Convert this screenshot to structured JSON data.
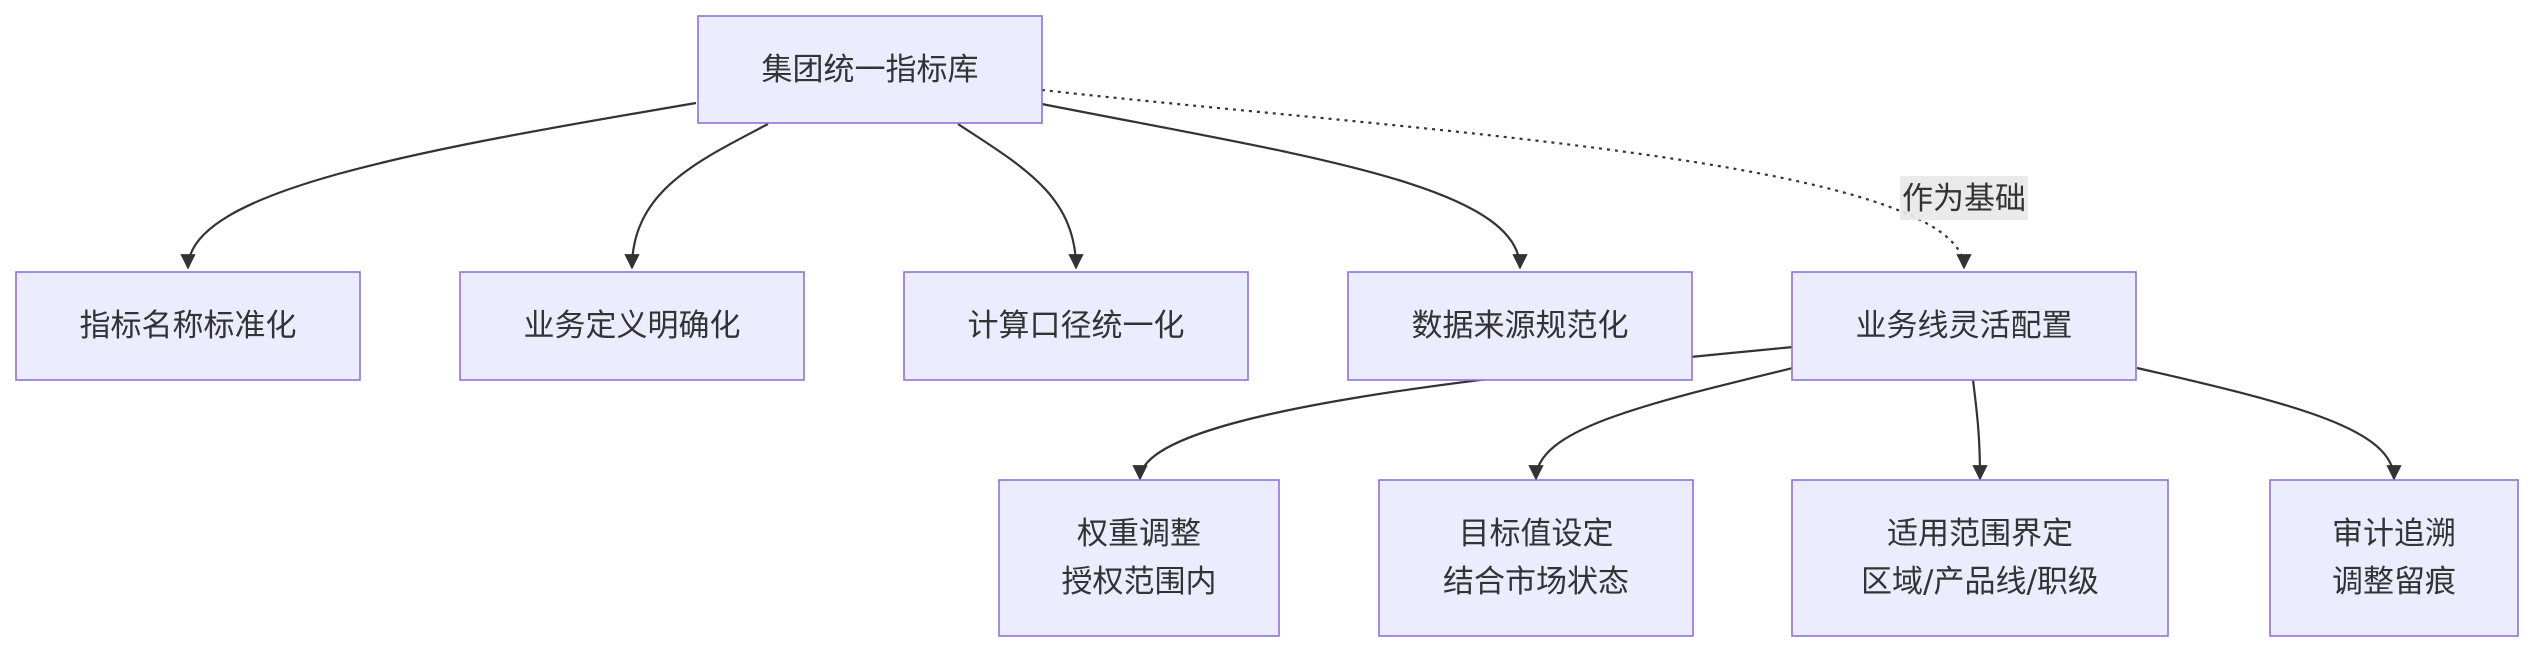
{
  "nodes": {
    "root": {
      "lines": [
        "集团统一指标库"
      ]
    },
    "name_std": {
      "lines": [
        "指标名称标准化"
      ]
    },
    "biz_def": {
      "lines": [
        "业务定义明确化"
      ]
    },
    "calc": {
      "lines": [
        "计算口径统一化"
      ]
    },
    "data_src": {
      "lines": [
        "数据来源规范化"
      ]
    },
    "bizline": {
      "lines": [
        "业务线灵活配置"
      ]
    },
    "weight": {
      "lines": [
        "权重调整",
        "授权范围内"
      ]
    },
    "target": {
      "lines": [
        "目标值设定",
        "结合市场状态"
      ]
    },
    "scope": {
      "lines": [
        "适用范围界定",
        "区域/产品线/职级"
      ]
    },
    "audit": {
      "lines": [
        "审计追溯",
        "调整留痕"
      ]
    }
  },
  "edge_labels": {
    "root_bizline": "作为基础"
  },
  "colors": {
    "node_fill": "#ececff",
    "node_stroke": "#9370db",
    "edge": "#333333",
    "label_bg": "#e8e8e8",
    "text": "#333333"
  }
}
